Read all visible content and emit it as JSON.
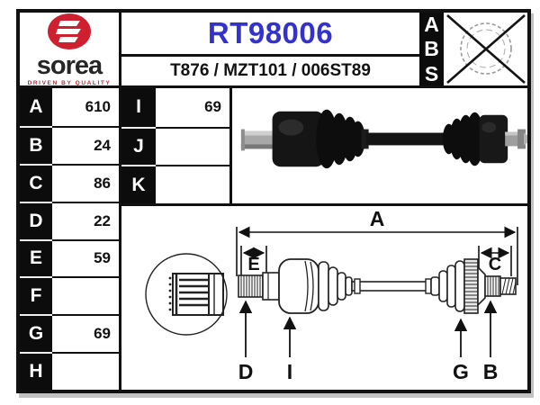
{
  "colors": {
    "accent_blue": "#3333cc",
    "brand_red": "#cf202f",
    "frame_black": "#111111"
  },
  "brand": {
    "name": "sorea",
    "tagline": "DRIVEN BY QUALITY"
  },
  "header": {
    "part_number": "RT98006",
    "reference_line": "T876 / MZT101 / 006ST89",
    "abs_letters": [
      "A",
      "B",
      "S"
    ]
  },
  "spec_left": {
    "rows": [
      {
        "label": "A",
        "value": "610"
      },
      {
        "label": "B",
        "value": "24"
      },
      {
        "label": "C",
        "value": "86"
      },
      {
        "label": "D",
        "value": "22"
      },
      {
        "label": "E",
        "value": "59"
      },
      {
        "label": "F",
        "value": ""
      },
      {
        "label": "G",
        "value": "69"
      },
      {
        "label": "H",
        "value": ""
      }
    ]
  },
  "spec_mid": {
    "rows": [
      {
        "label": "I",
        "value": "69"
      },
      {
        "label": "J",
        "value": ""
      },
      {
        "label": "K",
        "value": ""
      }
    ]
  },
  "diagram": {
    "dim_labels": [
      "A",
      "E",
      "C"
    ],
    "pointer_labels": [
      "D",
      "I",
      "G",
      "B"
    ]
  }
}
